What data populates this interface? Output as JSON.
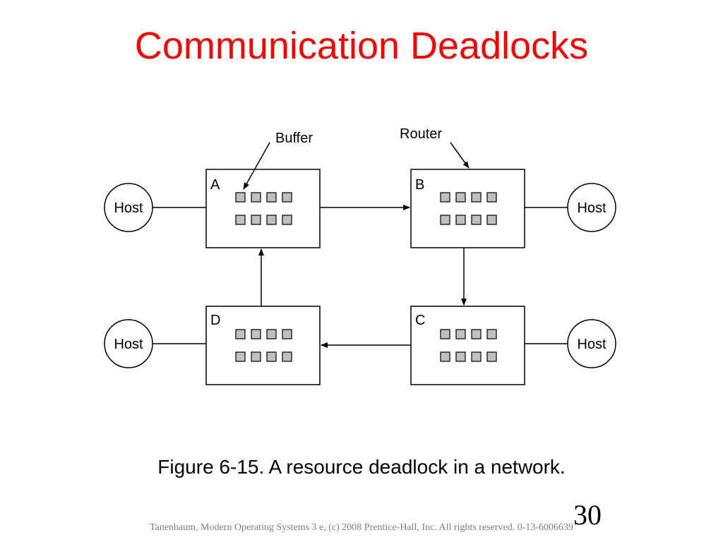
{
  "slide": {
    "title": "Communication Deadlocks",
    "caption": "Figure 6-15. A resource deadlock in a network.",
    "number": "30",
    "footer": "Tanenbaum, Modern Operating Systems 3 e, (c) 2008 Prentice-Hall, Inc. All rights reserved. 0-13-6006639"
  },
  "diagram": {
    "routers": [
      {
        "id": "A",
        "label": "A"
      },
      {
        "id": "B",
        "label": "B"
      },
      {
        "id": "C",
        "label": "C"
      },
      {
        "id": "D",
        "label": "D"
      }
    ],
    "host_label": "Host",
    "callouts": {
      "buffer": "Buffer",
      "router": "Router"
    },
    "flow": [
      "A → B",
      "B → C",
      "C → D",
      "D → A"
    ],
    "colors": {
      "buffer_fill": "#c0c0c0",
      "stroke": "#000000"
    }
  }
}
